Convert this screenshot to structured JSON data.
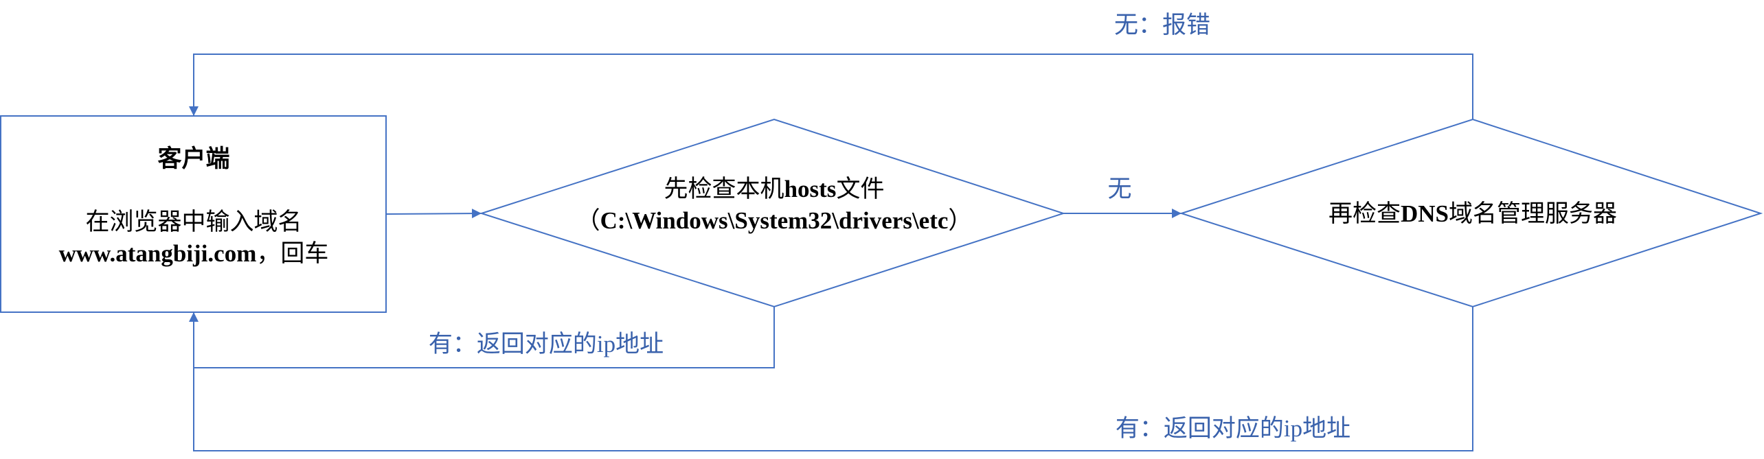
{
  "diagram": {
    "client_box": {
      "title": "客户端",
      "instruction": "在浏览器中输入域名",
      "url": "www.atangbiji.com",
      "url_suffix": "，回车"
    },
    "hosts_decision": {
      "line1_prefix": "先检查本机",
      "line1_keyword": "hosts",
      "line1_suffix": "文件",
      "line2_open": "（",
      "line2_path": "C:\\Windows\\System32\\drivers\\etc",
      "line2_close": "）"
    },
    "dns_decision": {
      "prefix": "再检查",
      "keyword": "DNS",
      "suffix": "域名管理服务器"
    },
    "edge_labels": {
      "hosts_not_found": "无",
      "dns_not_found": "无：报错",
      "hosts_found": "有：返回对应的ip地址",
      "dns_found": "有：返回对应的ip地址"
    },
    "colors": {
      "line": "#4472C4",
      "label": "#3A62AC",
      "text": "#000000",
      "background": "#FFFFFF"
    }
  }
}
